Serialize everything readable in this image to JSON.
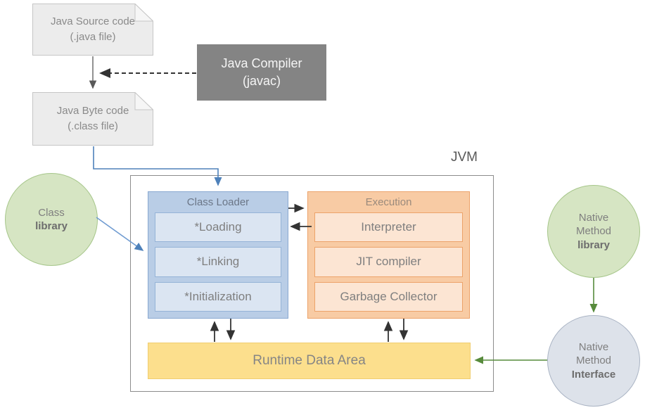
{
  "nodes": {
    "java_source": {
      "line1": "Java Source code",
      "line2": "(.java file)"
    },
    "java_compiler": {
      "line1": "Java Compiler",
      "line2": "(javac)"
    },
    "java_bytecode": {
      "line1": "Java Byte code",
      "line2": "(.class file)"
    },
    "jvm_label": "JVM",
    "class_loader": {
      "title": "Class Loader",
      "items": [
        "*Loading",
        "*Linking",
        "*Initialization"
      ]
    },
    "execution": {
      "title": "Execution",
      "items": [
        "Interpreter",
        "JIT compiler",
        "Garbage Collector"
      ]
    },
    "runtime_data_area": {
      "label": "Runtime Data Area"
    },
    "class_library": {
      "line1": "Class",
      "line2": "library"
    },
    "native_method_library": {
      "line1": "Native",
      "line2": "Method",
      "line3": "library"
    },
    "native_method_interface": {
      "line1": "Native",
      "line2": "Method",
      "line3": "Interface"
    }
  },
  "colors": {
    "compiler_fill": "#848484",
    "document_fill": "#ececec",
    "class_loader_fill": "#b9cde6",
    "class_loader_item_fill": "#dbe5f2",
    "execution_fill": "#f8cba4",
    "execution_item_fill": "#fce5d3",
    "runtime_fill": "#fcdf8d",
    "library_circle_fill": "#d6e5c3",
    "interface_circle_fill": "#dde2ea",
    "blue_connector": "#4e81ba",
    "green_connector": "#578b3c",
    "black_connector": "#333333"
  }
}
